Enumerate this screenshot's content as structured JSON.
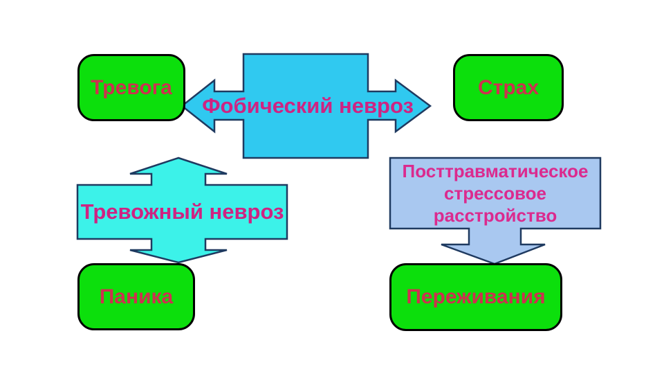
{
  "nodes": {
    "trevoga": {
      "label": "Тревога"
    },
    "strah": {
      "label": "Страх"
    },
    "panika": {
      "label": "Паника"
    },
    "perezhivaniya": {
      "label": "Переживания"
    },
    "fobicheskiy": {
      "label": "Фобический невроз"
    },
    "trevozhny": {
      "label": "Тревожный невроз"
    },
    "ptsr": {
      "line1": "Посттравматическое",
      "line2": "стрессовое",
      "line3": "расстройство"
    }
  },
  "colors": {
    "background": "#FFFFFF",
    "green_node_fill": "#0CDF0C",
    "green_node_border": "#000000",
    "center_arrow_fill": "#30C9F0",
    "left_arrow_fill": "#3CF2E9",
    "ptsd_box_fill": "#A9C8F0",
    "blue_shape_border": "#1F3A60",
    "green_node_text": "#CE3050",
    "arrow_text": "#CF2382",
    "ptsd_text": "#DB2A8E"
  }
}
